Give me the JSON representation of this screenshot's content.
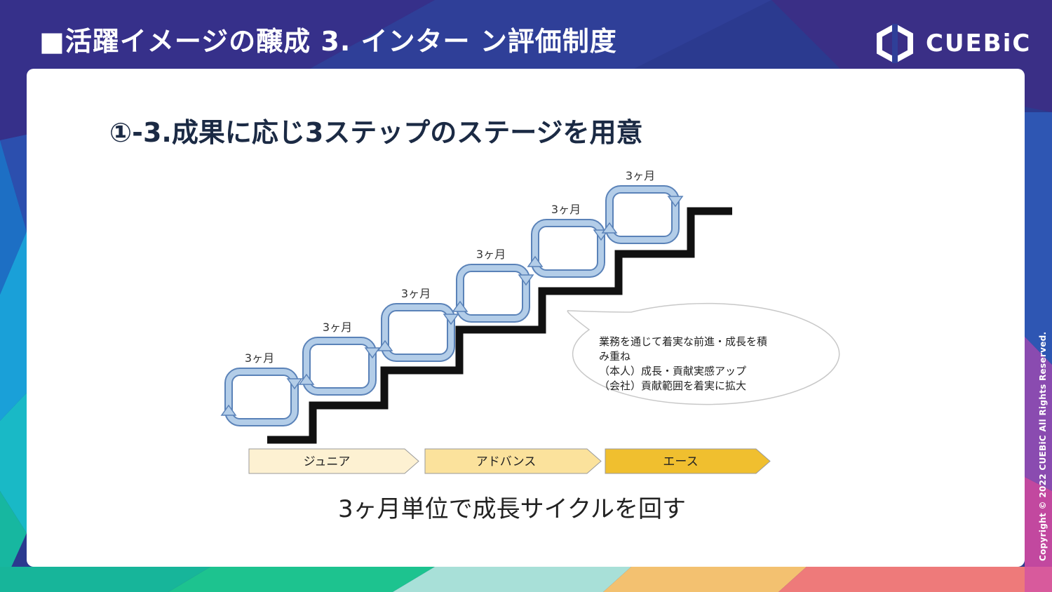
{
  "header": {
    "title": "■活躍イメージの醸成 3.  インター ン評価制度",
    "logo_text": "CUEBiC"
  },
  "section": {
    "title": "①-3.成果に応じ3ステップのステージを用意"
  },
  "diagram": {
    "cycle_labels": [
      "3ヶ月",
      "3ヶ月",
      "3ヶ月",
      "3ヶ月",
      "3ヶ月",
      "3ヶ月"
    ],
    "phases": [
      {
        "label": "ジュニア",
        "color": "#fdf1d2"
      },
      {
        "label": "アドバンス",
        "color": "#fbe29c"
      },
      {
        "label": "エース",
        "color": "#f0bf2f"
      }
    ],
    "bubble_lines": [
      "業務を通じて着実な前進・成長を積",
      "み重ね",
      "（本人）成長・貢献実感アップ",
      "（会社）貢献範囲を着実に拡大"
    ]
  },
  "caption": "3ヶ月単位で成長サイクルを回す",
  "copyright": "Copyright © 2022 CUEBiC All Rights Reserved.",
  "colors": {
    "header_bg": "#2b3a8f",
    "cycle_fill": "#b3cde8",
    "cycle_stroke": "#5a82b8",
    "stair": "#111111"
  }
}
